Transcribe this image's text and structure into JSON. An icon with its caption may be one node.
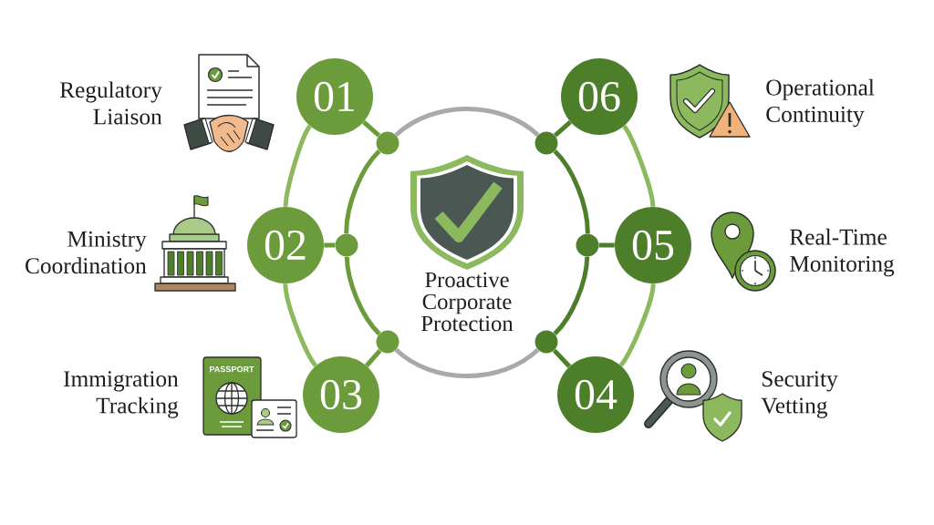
{
  "diagram": {
    "nodes": [
      {
        "text": [
          "01"
        ]
      },
      {
        "text": [
          "02"
        ]
      },
      {
        "text": [
          "03"
        ]
      },
      {
        "text": [
          "04"
        ]
      },
      {
        "text": [
          "05"
        ]
      },
      {
        "text": [
          "06"
        ]
      },
      {
        "text": [],
        "shape": "circle"
      },
      {
        "text": [],
        "shape": "circle"
      },
      {
        "text": [],
        "shape": "circle"
      },
      {
        "text": [],
        "shape": "circle"
      },
      {
        "text": [],
        "shape": "circle"
      },
      {
        "text": [],
        "shape": "circle"
      }
    ],
    "edges": [
      {
        "from": 0,
        "to": 6,
        "arrow": "none"
      },
      {
        "from": 1,
        "to": 7,
        "arrow": "none"
      },
      {
        "from": 2,
        "to": 8,
        "arrow": "none"
      },
      {
        "from": 3,
        "to": 9,
        "arrow": "none",
        "color": "#4d7f2a"
      },
      {
        "from": 4,
        "to": 10,
        "arrow": "none",
        "color": "#4d7f2a"
      },
      {
        "from": 5,
        "to": 11,
        "arrow": "none",
        "color": "#4d7f2a"
      },
      {
        "from": 6,
        "to": 7,
        "arrow": "none"
      },
      {
        "from": 7,
        "to": 8,
        "arrow": "none"
      },
      {
        "from": 8,
        "to": 9,
        "arrow": "none",
        "color": "#a9a9a9"
      },
      {
        "from": 9,
        "to": 10,
        "arrow": "none",
        "color": "#4d7f2a"
      },
      {
        "from": 10,
        "to": 11,
        "arrow": "none",
        "color": "#4d7f2a"
      },
      {
        "from": 11,
        "to": 6,
        "arrow": "none",
        "color": "#a9a9a9"
      },
      {
        "from": 0,
        "to": 1,
        "arrow": "none",
        "color": "#8cb95e"
      },
      {
        "from": 1,
        "to": 2,
        "arrow": "none",
        "color": "#8cb95e"
      },
      {
        "from": 5,
        "to": 4,
        "arrow": "none",
        "color": "#8cb95e"
      },
      {
        "from": 4,
        "to": 3,
        "arrow": "none",
        "color": "#8cb95e"
      }
    ],
    "labels": [
      "Regulatory Liaison",
      "Operational Continuity",
      "Ministry Coordination",
      "Real-Time Monitoring",
      "Proactive Corporate Protection",
      "Immigration Tracking",
      "PASSPORT",
      "Security Vetting"
    ]
  }
}
